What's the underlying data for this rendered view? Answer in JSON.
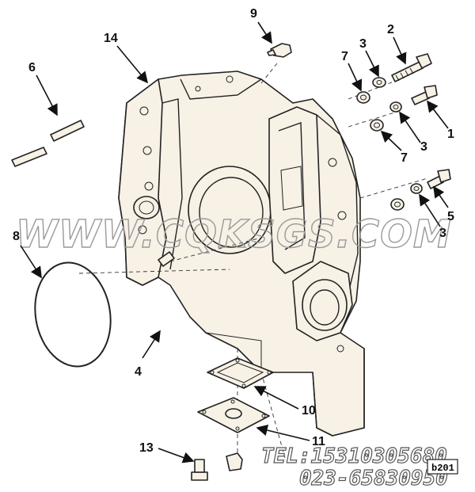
{
  "callouts": {
    "c1": "1",
    "c2": "2",
    "c3a": "3",
    "c3b": "3",
    "c3c": "3",
    "c4": "4",
    "c5": "5",
    "c6": "6",
    "c7a": "7",
    "c7b": "7",
    "c8": "8",
    "c9": "9",
    "c10": "10",
    "c11": "11",
    "c13": "13",
    "c14": "14"
  },
  "watermark": "WWW.CQKSGS.COM",
  "contact": {
    "tel": "TEL:15310305680",
    "phone": "023-65830950"
  },
  "corner_tag": "b201"
}
